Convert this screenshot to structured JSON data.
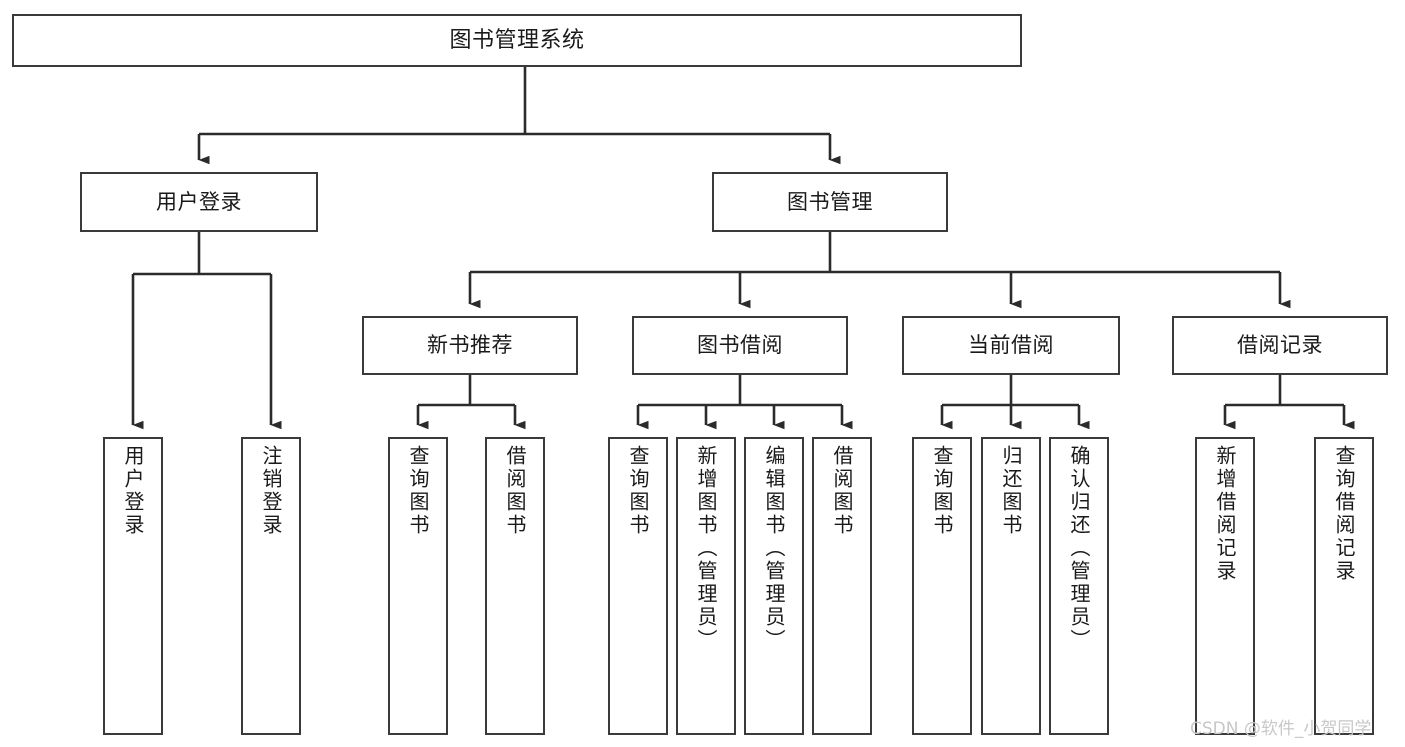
{
  "diagram": {
    "title": "图书管理系统",
    "type": "hierarchy-tree",
    "colors": {
      "background": "#ffffff",
      "node_border": "#3a3a3a",
      "node_fill": "#ffffff",
      "edge": "#2b2b2b",
      "text": "#1a1a1a",
      "watermark": "#c8c8c8"
    }
  },
  "watermark": {
    "text": "CSDN @软件_小贺同学"
  },
  "nodes": {
    "root": {
      "label": "图书管理系统"
    },
    "level2": [
      {
        "id": "user-login",
        "label": "用户登录"
      },
      {
        "id": "book-management",
        "label": "图书管理"
      }
    ],
    "level3": [
      {
        "id": "new-book-recommend",
        "label": "新书推荐"
      },
      {
        "id": "book-borrow",
        "label": "图书借阅"
      },
      {
        "id": "current-borrow",
        "label": "当前借阅"
      },
      {
        "id": "borrow-record",
        "label": "借阅记录"
      }
    ],
    "leaves": [
      {
        "id": "leaf-user-login",
        "label": "用户登录",
        "parent": "user-login"
      },
      {
        "id": "leaf-logout-login",
        "label": "注销登录",
        "parent": "user-login"
      },
      {
        "id": "leaf-query-book-1",
        "label": "查询图书",
        "parent": "new-book-recommend"
      },
      {
        "id": "leaf-borrow-book-1",
        "label": "借阅图书",
        "parent": "new-book-recommend"
      },
      {
        "id": "leaf-query-book-2",
        "label": "查询图书",
        "parent": "book-borrow"
      },
      {
        "id": "leaf-add-book",
        "label": "新增图书（管理员）",
        "parent": "book-borrow"
      },
      {
        "id": "leaf-edit-book",
        "label": "编辑图书（管理员）",
        "parent": "book-borrow"
      },
      {
        "id": "leaf-borrow-book-2",
        "label": "借阅图书",
        "parent": "book-borrow"
      },
      {
        "id": "leaf-query-book-3",
        "label": "查询图书",
        "parent": "current-borrow"
      },
      {
        "id": "leaf-return-book",
        "label": "归还图书",
        "parent": "current-borrow"
      },
      {
        "id": "leaf-confirm-return",
        "label": "确认归还（管理员）",
        "parent": "current-borrow"
      },
      {
        "id": "leaf-add-record",
        "label": "新增借阅记录",
        "parent": "borrow-record"
      },
      {
        "id": "leaf-query-record",
        "label": "查询借阅记录",
        "parent": "borrow-record"
      }
    ]
  }
}
